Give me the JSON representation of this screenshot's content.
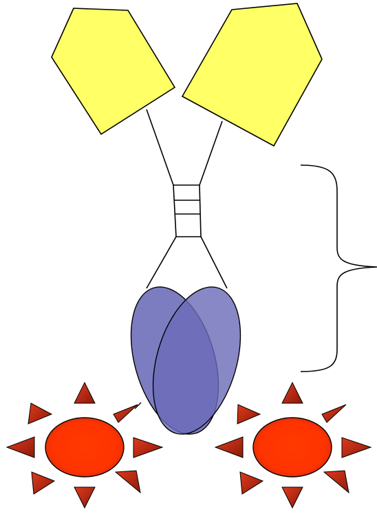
{
  "diagram": {
    "title": "",
    "parts": [
      {
        "id": "left-pentagon",
        "shape": "pentagon",
        "color": "#ffff66"
      },
      {
        "id": "right-pentagon",
        "shape": "pentagon",
        "color": "#ffff66"
      },
      {
        "id": "hinge-box",
        "shape": "rectangle-with-rungs",
        "rungs": 2
      },
      {
        "id": "lower-ellipse-pair",
        "shape": "crossed-ellipses",
        "color": "#6a6ab8",
        "overlap_color": "#3b3d9a"
      },
      {
        "id": "brace",
        "shape": "right-curly-brace",
        "label": ""
      },
      {
        "id": "left-sun",
        "shape": "sun",
        "rays": 8,
        "body_color": "#ff3300",
        "ray_color": "#c0260f"
      },
      {
        "id": "right-sun",
        "shape": "sun",
        "rays": 8,
        "body_color": "#ff3300",
        "ray_color": "#c0260f"
      }
    ]
  }
}
